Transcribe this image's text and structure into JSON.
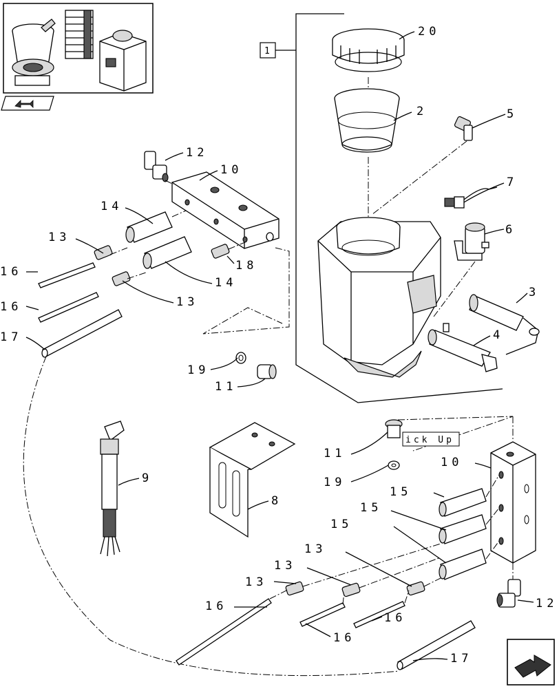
{
  "callouts": {
    "c20": "20",
    "c2": "2",
    "c5": "5",
    "c7": "7",
    "c6": "6",
    "c3": "3",
    "c4": "4",
    "c1": "1",
    "c12a": "12",
    "c10a": "10",
    "c14a": "14",
    "c13a": "13",
    "c16a": "16",
    "c18": "18",
    "c14b": "14",
    "c16b": "16",
    "c13b": "13",
    "c17a": "17",
    "c19a": "19",
    "c11a": "11",
    "c11b": "11",
    "c19b": "19",
    "c10b": "10",
    "c15a": "15",
    "c15b": "15",
    "c15c": "15",
    "c13c": "13",
    "c13d": "13",
    "c13e": "13",
    "c16c": "16",
    "c16d": "16",
    "c16e": "16",
    "c12b": "12",
    "c17b": "17",
    "c9": "9",
    "c8": "8"
  },
  "pickup_label": "ick Up",
  "icons": {
    "thumbnail": "assembly-thumbnail-icon",
    "back": "back-arrow-icon",
    "next": "next-page-arrow-icon"
  }
}
